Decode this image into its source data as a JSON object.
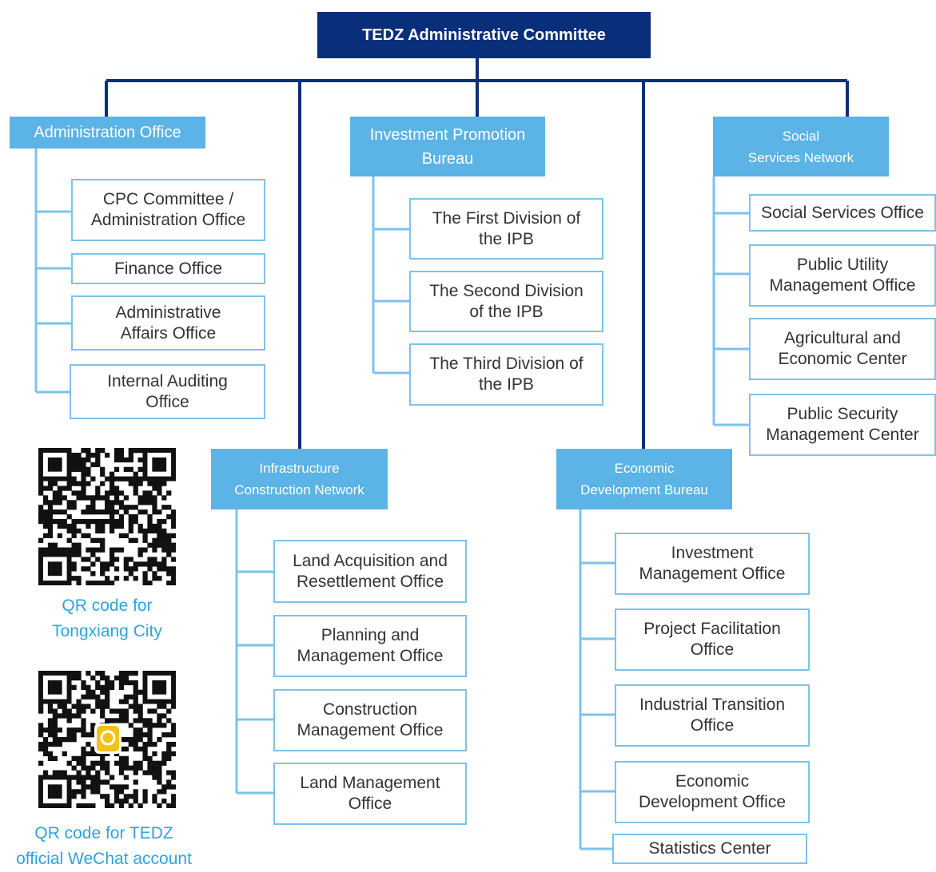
{
  "root": "TEDZ Administrative Committee",
  "departments": {
    "administration": {
      "title": "Administration Office",
      "children": [
        "CPC Committee / Administration Office",
        "Finance Office",
        "Administrative Affairs Office",
        "Internal Auditing Office"
      ]
    },
    "investment": {
      "title_line1": "Investment Promotion",
      "title_line2": "Bureau",
      "children": [
        "The First Division of the IPB",
        "The Second Division of the IPB",
        "The Third Division of the IPB"
      ]
    },
    "social": {
      "title_line1": "Social",
      "title_line2": "Services Network",
      "children": [
        "Social Services Office",
        "Public Utility Management Office",
        "Agricultural and Economic Center",
        "Public Security Management Center"
      ]
    },
    "infrastructure": {
      "title_line1": "Infrastructure",
      "title_line2": "Construction Network",
      "children": [
        "Land Acquisition and Resettlement Office",
        "Planning and Management Office",
        "Construction Management Office",
        "Land Management Office"
      ]
    },
    "economic": {
      "title_line1": "Economic",
      "title_line2": "Development Bureau",
      "children": [
        "Investment Management Office",
        "Project Facilitation Office",
        "Industrial Transition Office",
        "Economic Development Office",
        "Statistics Center"
      ]
    }
  },
  "qr_codes": [
    {
      "label_line1": "QR code for",
      "label_line2": "Tongxiang City"
    },
    {
      "label_line1": "QR code for TEDZ",
      "label_line2": "official WeChat account"
    }
  ],
  "colors": {
    "root_bg": "#0a2f7a",
    "header_bg": "#5bb3e6",
    "box_border": "#7cc3ea",
    "qr_text": "#2fa3dd"
  }
}
